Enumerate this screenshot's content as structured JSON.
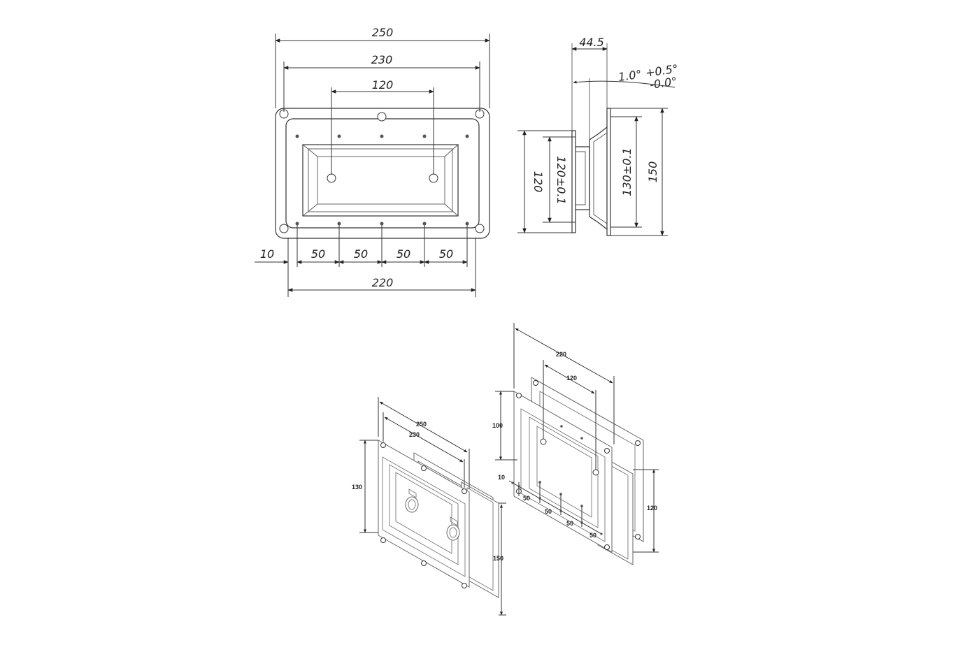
{
  "front_view": {
    "dim_250": "250",
    "dim_230": "230",
    "dim_120": "120",
    "dim_10": "10",
    "dim_50": [
      "50",
      "50",
      "50",
      "50"
    ],
    "dim_220": "220"
  },
  "side_view": {
    "dim_44_5": "44.5",
    "angle_main": "1.0°",
    "angle_tol_plus": "+0.5°",
    "angle_tol_minus": "-0.0°",
    "dim_120": "120",
    "dim_120_tol": "120±0.1",
    "dim_130_tol": "130±0.1",
    "dim_150": "150"
  },
  "iso_left": {
    "dim_250": "250",
    "dim_230": "230",
    "dim_130": "130",
    "dim_150": "150"
  },
  "iso_right": {
    "dim_220": "220",
    "dim_120_top": "120",
    "dim_100": "100",
    "dim_10": "10",
    "dim_50": [
      "50",
      "50",
      "50",
      "50"
    ],
    "dim_120_right": "120"
  }
}
